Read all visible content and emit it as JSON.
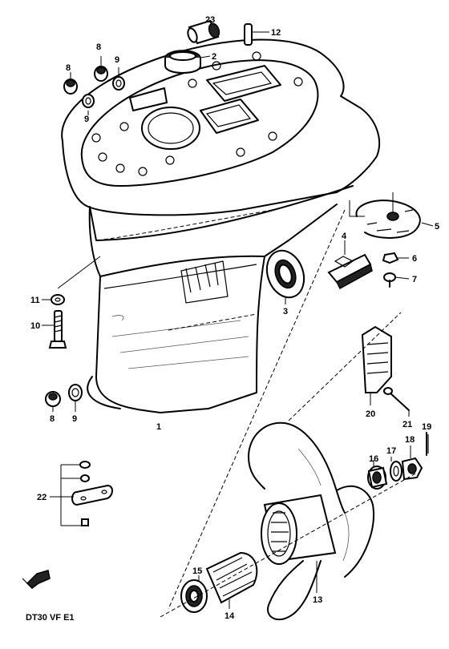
{
  "model_label": "DT30 VF E1",
  "callouts": [
    {
      "id": "c23",
      "text": "23"
    },
    {
      "id": "c12",
      "text": "12"
    },
    {
      "id": "c2",
      "text": "2"
    },
    {
      "id": "c8a",
      "text": "8"
    },
    {
      "id": "c8b",
      "text": "8"
    },
    {
      "id": "c9a",
      "text": "9"
    },
    {
      "id": "c9b",
      "text": "9"
    },
    {
      "id": "c5",
      "text": "5"
    },
    {
      "id": "c4",
      "text": "4"
    },
    {
      "id": "c6",
      "text": "6"
    },
    {
      "id": "c7",
      "text": "7"
    },
    {
      "id": "c11",
      "text": "11"
    },
    {
      "id": "c3",
      "text": "3"
    },
    {
      "id": "c10",
      "text": "10"
    },
    {
      "id": "c20",
      "text": "20"
    },
    {
      "id": "c21",
      "text": "21"
    },
    {
      "id": "c19",
      "text": "19"
    },
    {
      "id": "c8c",
      "text": "8"
    },
    {
      "id": "c9c",
      "text": "9"
    },
    {
      "id": "c1",
      "text": "1"
    },
    {
      "id": "c17",
      "text": "17"
    },
    {
      "id": "c18",
      "text": "18"
    },
    {
      "id": "c16",
      "text": "16"
    },
    {
      "id": "c22",
      "text": "22"
    },
    {
      "id": "c15",
      "text": "15"
    },
    {
      "id": "c14",
      "text": "14"
    },
    {
      "id": "c13",
      "text": "13"
    }
  ]
}
